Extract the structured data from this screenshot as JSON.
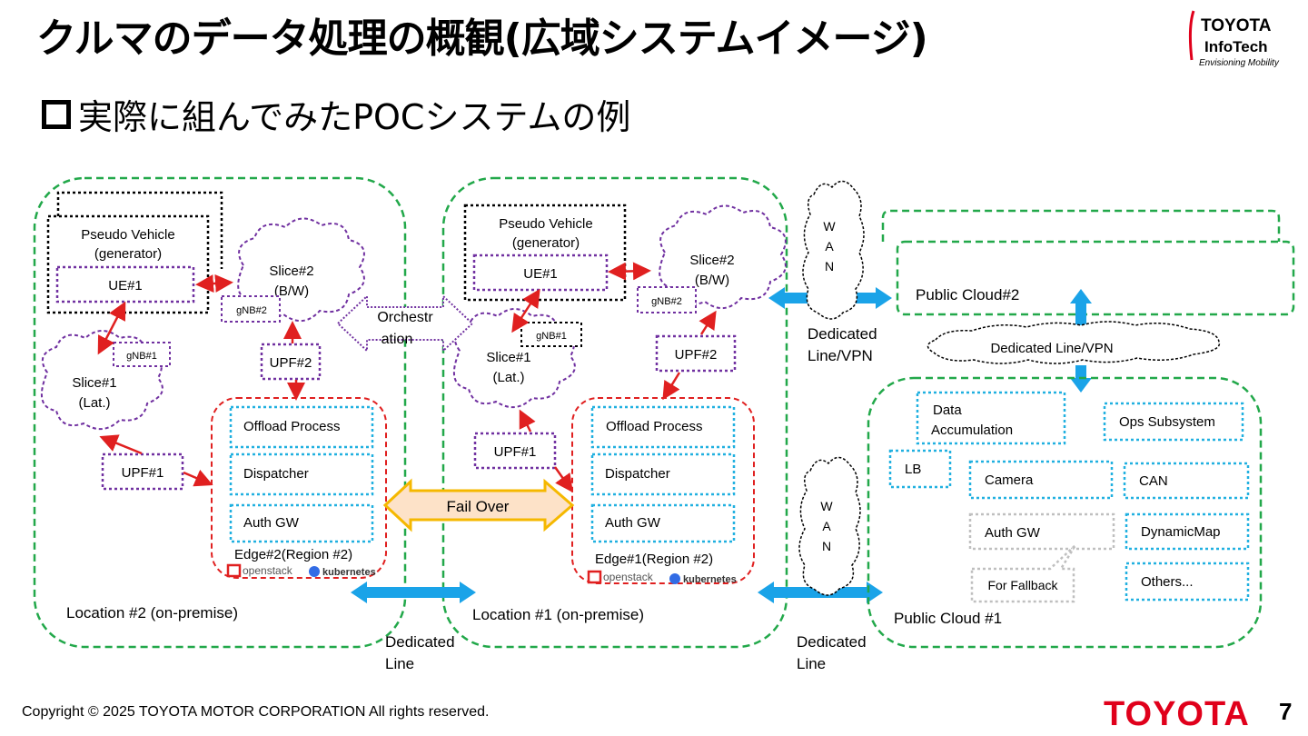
{
  "title": "クルマのデータ処理の概観(広域システムイメージ)",
  "subtitle": "実際に組んでみたPOCシステムの例",
  "header_logo": {
    "line1": "TOYOTA",
    "line2": "InfoTech",
    "line3": "Envisioning Mobility"
  },
  "footer": {
    "copyright": "Copyright ©  2025 TOYOTA MOTOR CORPORATION All rights reserved.",
    "logo": "TOYOTA",
    "page": "7"
  },
  "colors": {
    "green": "#22a84a",
    "purple": "#7030a0",
    "red": "#e02020",
    "cyan": "#20b0e0",
    "blue_arrow": "#1aa3e8",
    "gray": "#bfbfbf",
    "failover_fill": "#fde2c8",
    "failover_stroke": "#f5b800"
  },
  "location2": {
    "label": "Location #2 (on-premise)",
    "pseudo_vehicle": {
      "line1": "Pseudo Vehicle",
      "line2": "(generator)"
    },
    "ue": "UE#1",
    "slice2": {
      "line1": "Slice#2",
      "line2": "(B/W)"
    },
    "gnb2": "gNB#2",
    "gnb1": "gNB#1",
    "slice1": {
      "line1": "Slice#1",
      "line2": "(Lat.)"
    },
    "upf2": "UPF#2",
    "upf1": "UPF#1",
    "edge": {
      "label": "Edge#2(Region #2)",
      "items": [
        "Offload Process",
        "Dispatcher",
        "Auth GW"
      ]
    },
    "openstack": "openstack",
    "kubernetes": "kubernetes"
  },
  "location1": {
    "label": "Location #1 (on-premise)",
    "pseudo_vehicle": {
      "line1": "Pseudo Vehicle",
      "line2": "(generator)"
    },
    "ue": "UE#1",
    "slice2": {
      "line1": "Slice#2",
      "line2": "(B/W)"
    },
    "gnb2": "gNB#2",
    "gnb1": "gNB#1",
    "slice1": {
      "line1": "Slice#1",
      "line2": "(Lat.)"
    },
    "upf2": "UPF#2",
    "upf1": "UPF#1",
    "edge": {
      "label": "Edge#1(Region #2)",
      "items": [
        "Offload Process",
        "Dispatcher",
        "Auth GW"
      ]
    },
    "openstack": "openstack",
    "kubernetes": "kubernetes"
  },
  "orchestration": {
    "line1": "Orchestr",
    "line2": "ation"
  },
  "failover": "Fail Over",
  "dedicated_line": {
    "line1": "Dedicated",
    "line2": "Line"
  },
  "dedicated_line_vpn": {
    "line1": "Dedicated",
    "line2": "Line/VPN"
  },
  "dedicated_line_vpn_cloud": "Dedicated Line/VPN",
  "wan": [
    "W",
    "A",
    "N"
  ],
  "public_cloud2": {
    "label": "Public Cloud#2"
  },
  "public_cloud1": {
    "label": "Public Cloud #1",
    "data_accumulation": {
      "line1": "Data",
      "line2": "Accumulation"
    },
    "ops_subsystem": "Ops Subsystem",
    "lb": "LB",
    "camera": "Camera",
    "can": "CAN",
    "auth_gw": "Auth GW",
    "dynamic_map": "DynamicMap",
    "fallback": "For Fallback",
    "others": "Others..."
  }
}
